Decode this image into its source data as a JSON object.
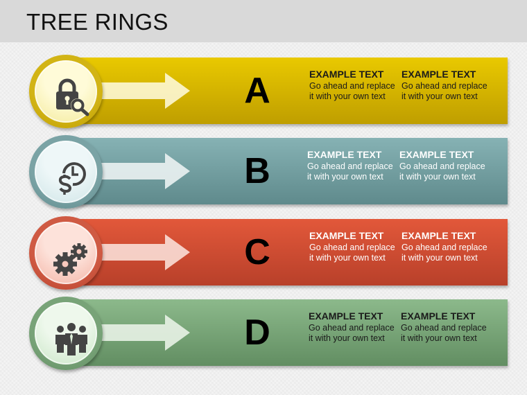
{
  "title": "TREE RINGS",
  "rows": [
    {
      "letter": "A",
      "icon": "lock-search-icon",
      "colors": {
        "band_top": "#e9c900",
        "band_bottom": "#bf9e00",
        "ring": "#d2b415",
        "inner_top": "#fffbd8",
        "inner_bottom": "#f3ea9a",
        "text": "#1a1a1a"
      },
      "items": [
        {
          "heading": "EXAMPLE TEXT",
          "body": "Go ahead and replace it with your own text"
        },
        {
          "heading": "EXAMPLE TEXT",
          "body": "Go ahead and replace it with your own text"
        }
      ]
    },
    {
      "letter": "B",
      "icon": "dollar-clock-icon",
      "colors": {
        "band_top": "#86b2b4",
        "band_bottom": "#5f8a8c",
        "ring": "#7aa3a5",
        "inner_top": "#eef7f8",
        "inner_bottom": "#cfe5e7",
        "text": "#ffffff"
      },
      "items": [
        {
          "heading": "EXAMPLE TEXT",
          "body": "Go ahead and replace it with your own text"
        },
        {
          "heading": "EXAMPLE TEXT",
          "body": "Go ahead and replace it with your own text"
        }
      ]
    },
    {
      "letter": "C",
      "icon": "gears-icon",
      "colors": {
        "band_top": "#e2583a",
        "band_bottom": "#b8402a",
        "ring": "#cf5a43",
        "inner_top": "#fde2da",
        "inner_bottom": "#f3b3a4",
        "text": "#ffffff"
      },
      "items": [
        {
          "heading": "EXAMPLE TEXT",
          "body": "Go ahead and replace it with your own text"
        },
        {
          "heading": "EXAMPLE TEXT",
          "body": "Go ahead and replace it with your own text"
        }
      ]
    },
    {
      "letter": "D",
      "icon": "team-people-icon",
      "colors": {
        "band_top": "#8cb98b",
        "band_bottom": "#628e62",
        "ring": "#78a378",
        "inner_top": "#eef8ec",
        "inner_bottom": "#c9e6c6",
        "text": "#1a1a1a"
      },
      "items": [
        {
          "heading": "EXAMPLE TEXT",
          "body": "Go ahead and replace it with your own text"
        },
        {
          "heading": "EXAMPLE TEXT",
          "body": "Go ahead and replace it with your own text"
        }
      ]
    }
  ]
}
